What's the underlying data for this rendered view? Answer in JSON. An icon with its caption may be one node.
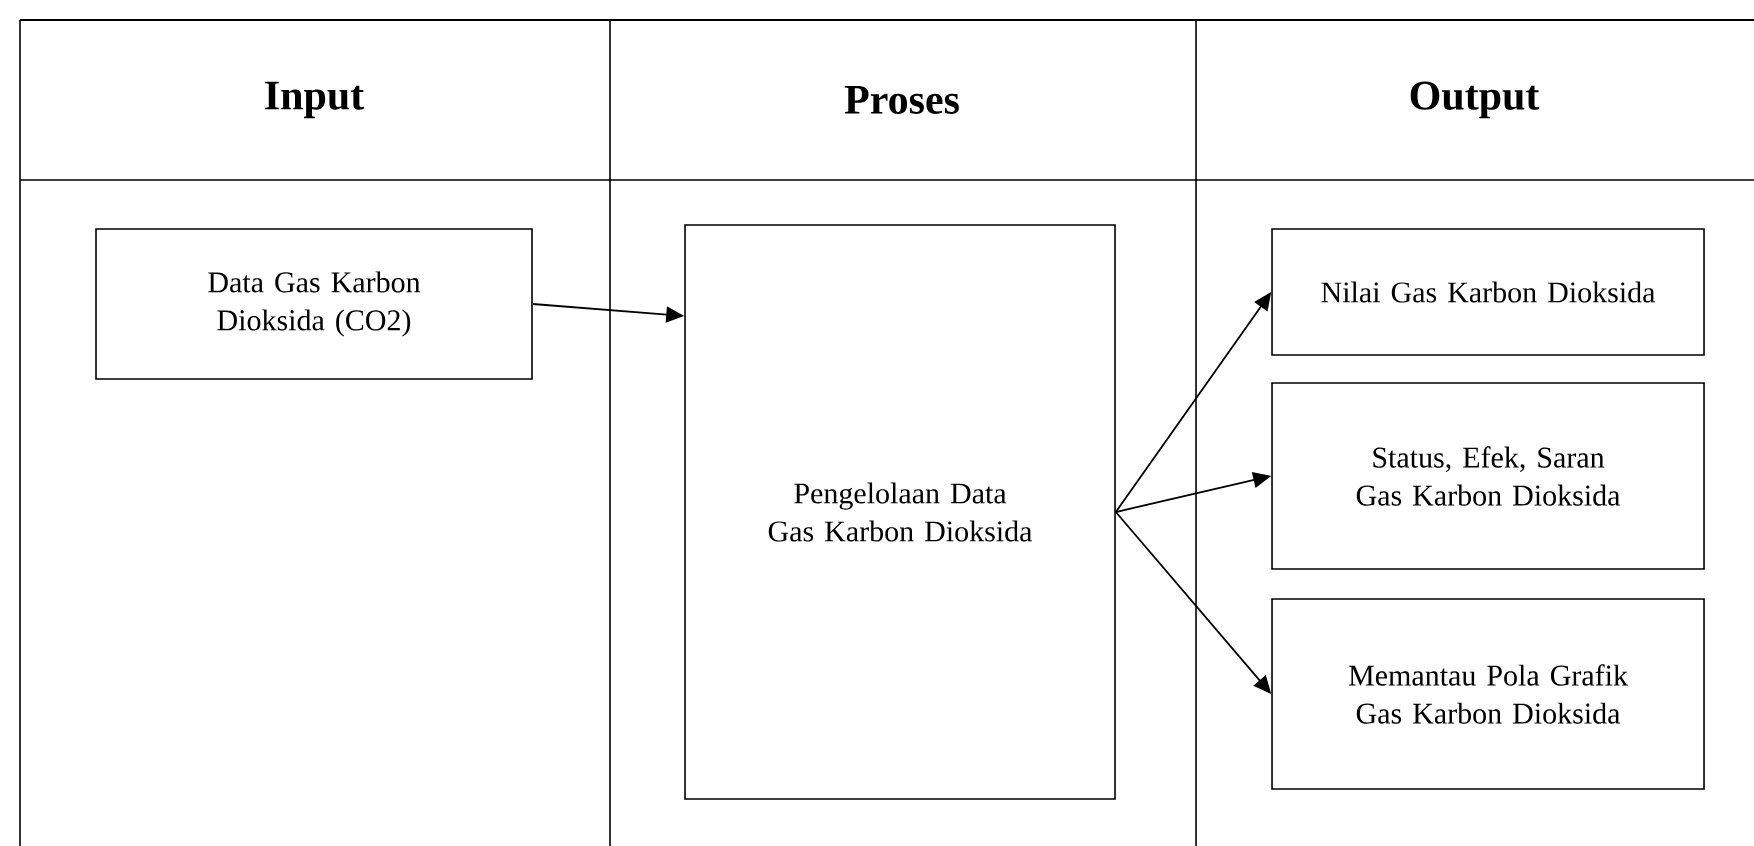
{
  "diagram": {
    "nodes": [
      {
        "text": [
          "Data Gas Karbon Dioksida (CO2)"
        ]
      },
      {
        "text": [
          "Pengelolaan Data Gas Karbon Dioksida"
        ]
      },
      {
        "text": [
          "Nilai Gas Karbon Dioksida"
        ]
      },
      {
        "text": [
          "Status, Efek, Saran Gas Karbon Dioksida"
        ]
      },
      {
        "text": [
          "Memantau Pola Grafik Gas Karbon Dioksida"
        ]
      }
    ],
    "edges": [
      {
        "from": 0,
        "to": 1,
        "arrow": "to"
      },
      {
        "from": 1,
        "to": 2,
        "arrow": "to"
      },
      {
        "from": 1,
        "to": 3,
        "arrow": "to"
      },
      {
        "from": 1,
        "to": 4,
        "arrow": "to"
      }
    ],
    "labels": [
      "Input",
      "Proses",
      "Output"
    ]
  }
}
